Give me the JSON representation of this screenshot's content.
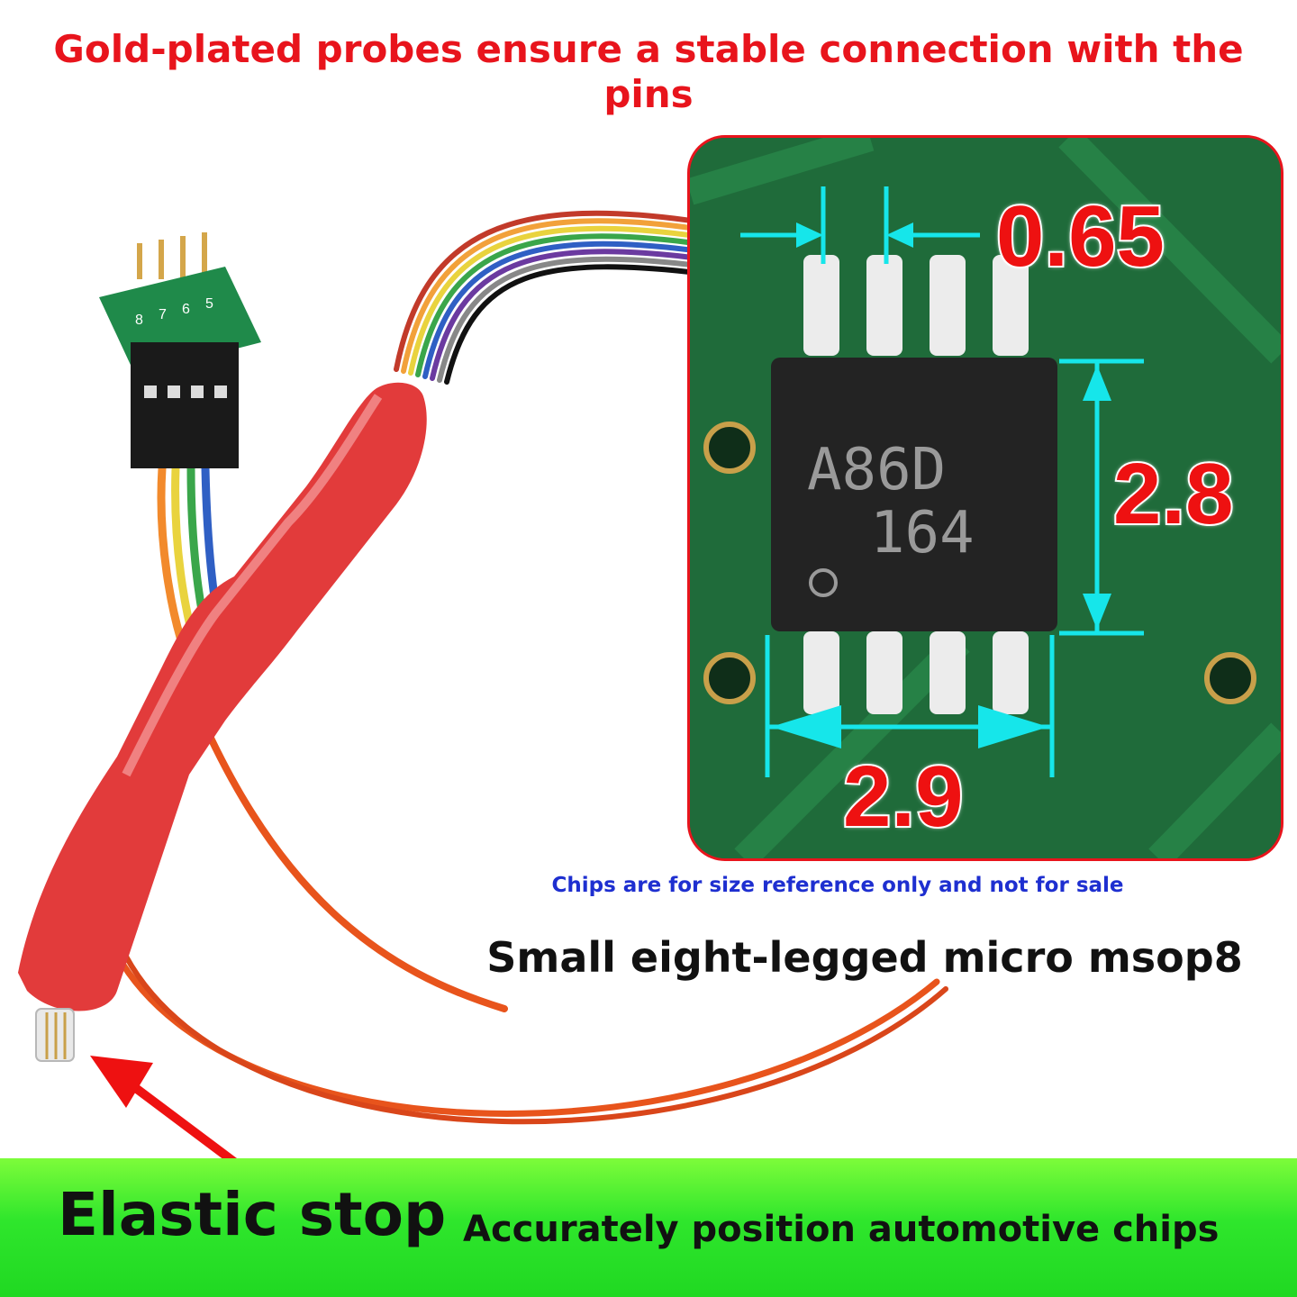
{
  "headline": "Gold-plated probes ensure a stable connection with the pins",
  "callout": {
    "pitch_label": "0.65",
    "height_label": "2.8",
    "width_label": "2.9",
    "chip_marking_line1": "A86D",
    "chip_marking_line2": "164"
  },
  "note": "Chips are for size reference only and not for sale",
  "package_title": "Small eight-legged micro msop8",
  "connector_pins": [
    "8",
    "7",
    "6",
    "5"
  ],
  "banner": {
    "feature": "Elastic stop",
    "description": "Accurately position automotive chips"
  },
  "colors": {
    "accent_red": "#e8141c",
    "note_blue": "#1e2fd0",
    "dimension_cyan": "#16e6ea",
    "banner_green": "#2fe62c"
  }
}
